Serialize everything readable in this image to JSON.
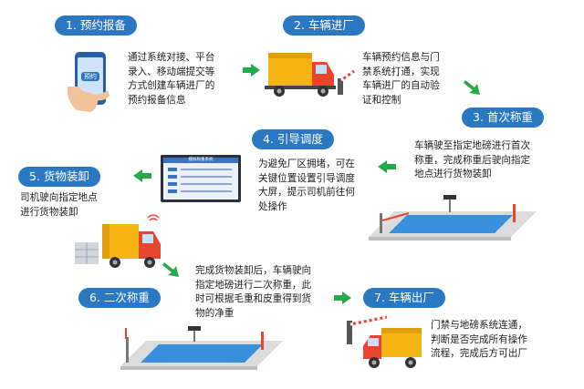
{
  "steps": [
    {
      "title": "1. 预约报备",
      "desc": "通过系统对接、平台\n录入、移动端提交等\n方式创建车辆进厂的\n预约报备信息"
    },
    {
      "title": "2. 车辆进厂",
      "desc": "车辆预约信息与门\n禁系统打通，实现\n车辆进厂的自动验\n证和控制"
    },
    {
      "title": "3. 首次称重",
      "desc": "车辆驶至指定地磅进行首次\n称重，完成称重后驶向指定\n地点进行货物装卸"
    },
    {
      "title": "4. 引导调度",
      "desc": "为避免厂区拥堵，可在\n关键位置设置引导调度\n大屏，提示司机前往何\n处操作"
    },
    {
      "title": "5. 货物装卸",
      "desc": "司机驶向指定地点\n进行货物装卸"
    },
    {
      "title": "6. 二次称重",
      "desc": "完成货物装卸后，车辆驶向\n指定地磅进行二次称重，此\n时可根据毛重和皮重得到货\n物的净重"
    },
    {
      "title": "7. 车辆出厂",
      "desc": "门禁与地磅系统连通，\n判断是否完成所有操作\n流程，完成后方可出厂"
    }
  ],
  "phone": {
    "button_label": "预约"
  },
  "screen": {
    "header": "模拟称重系统"
  },
  "colors": {
    "pill": "#2b78c2",
    "arrow": "#27a84a",
    "truck_cargo": "#f5b414",
    "truck_cab": "#e8452e",
    "scale": "#3a8fdc"
  }
}
